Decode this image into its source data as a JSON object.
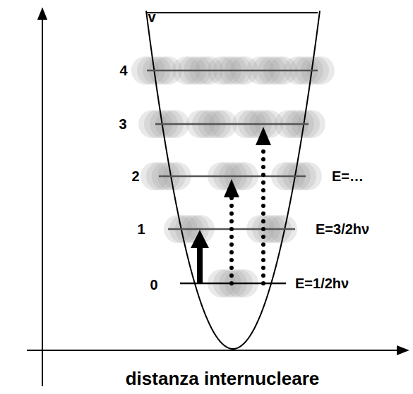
{
  "diagram": {
    "labels": [
      "v",
      "4",
      "3",
      "2",
      "1",
      "0",
      "E=…",
      "E=3/2hν",
      "E=1/2hν",
      "distanza internucleare"
    ]
  }
}
